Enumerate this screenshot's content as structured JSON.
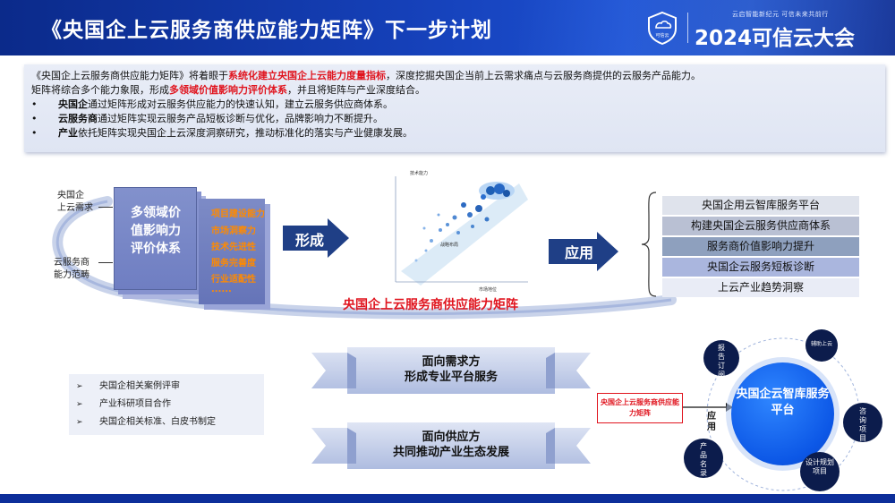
{
  "header": {
    "title": "《央国企上云服务商供应能力矩阵》下一步计划",
    "slogan": "云启智能新纪元  可信未来共前行",
    "conference": "2024可信云大会",
    "logo_text": "可信云"
  },
  "intro": {
    "line1": {
      "a": "《央国企上云服务商供应能力矩阵》将着眼于",
      "b": "系统化建立央国企上云能力度量指标",
      "c": "，深度挖掘央国企当前上云需求痛点与云服务商提供的云服务产品能力。"
    },
    "line2": {
      "a": "矩阵将综合多个能力象限，形成",
      "b": "多领域价值影响力评价体系",
      "c": "，并且将矩阵与产业深度结合。"
    },
    "bullets": [
      {
        "bullet": "•",
        "bold": "央国企",
        "text": "通过矩阵形成对云服务供应能力的快速认知，建立云服务供应商体系。"
      },
      {
        "bullet": "•",
        "bold": "云服务商",
        "text": "通过矩阵实现云服务产品短板诊断与优化，品牌影响力不断提升。"
      },
      {
        "bullet": "•",
        "bold": "产业",
        "text": "依托矩阵实现央国企上云深度洞察研究，推动标准化的落实与产业健康发展。"
      }
    ]
  },
  "flow": {
    "input_top": [
      "央国企",
      "上云需求"
    ],
    "input_bottom": [
      "云服务商",
      "能力范畴"
    ],
    "card_title": "多领域价值影响力评价体系",
    "card_list": [
      "项目建设能力",
      "市场洞察力",
      "技术先进性",
      "服务完善度",
      "行业适配性",
      "......"
    ],
    "form_label": "形成",
    "apply_label": "应用",
    "matrix_title": "央国企上云服务商供应能力矩阵",
    "scatter_labels": {
      "y": "技术能力",
      "x": "市场地位",
      "mid": "战略布局"
    }
  },
  "applications": [
    "央国企用云智库服务平台",
    "构建央国企云服务供应商体系",
    "服务商价值影响力提升",
    "央国企云服务短板诊断",
    "上云产业趋势洞察"
  ],
  "bottom_list": [
    {
      "arrow": "➢",
      "text": "央国企相关案例评审"
    },
    {
      "arrow": "➢",
      "text": "产业科研项目合作"
    },
    {
      "arrow": "➢",
      "text": "央国企相关标准、白皮书制定"
    }
  ],
  "ribbons": [
    {
      "line1": "面向需求方",
      "line2": "形成专业平台服务"
    },
    {
      "line1": "面向供应方",
      "line2": "共同推动产业生态发展"
    }
  ],
  "platform": {
    "source_box": "央国企上云服务商供应能力矩阵",
    "apply": "应用",
    "center": "央国企云智库服务平台",
    "satellites": [
      "报告订阅",
      "辅助上云",
      "咨询项目",
      "设计规划项目",
      "产品名录"
    ]
  },
  "colors": {
    "accent_red": "#e0141e",
    "header_blue": "#1540b8",
    "orange": "#ff8a00",
    "platform_blue": "#0c57e6"
  }
}
